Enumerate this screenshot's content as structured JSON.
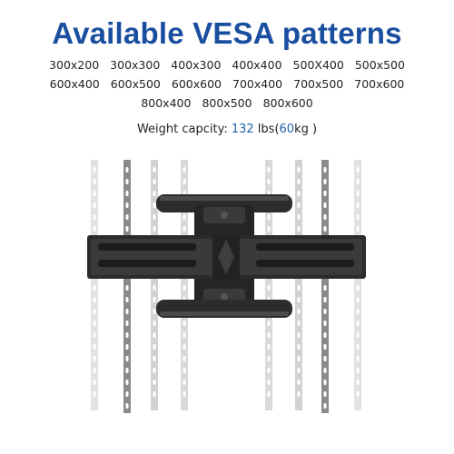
{
  "title": "Available VESA patterns",
  "patterns": [
    [
      "300x200",
      "300x300",
      "400x300",
      "400x400",
      "500X400",
      "500x500"
    ],
    [
      "600x400",
      "600x500",
      "600x600",
      "700x400",
      "700x500",
      "700x600"
    ],
    [
      "800x400",
      "800x500",
      "800x600"
    ]
  ],
  "weight": {
    "prefix": "Weight capcity: ",
    "lbs_value": "132",
    "lbs_unit": " lbs(",
    "kg_value": "60",
    "kg_unit": "kg )"
  },
  "colors": {
    "title": "#1a4fa0",
    "weight_numbers": "#1f5fa8",
    "mount_dark": "#2a2a2a",
    "rail_light": "#d9d9d9"
  }
}
